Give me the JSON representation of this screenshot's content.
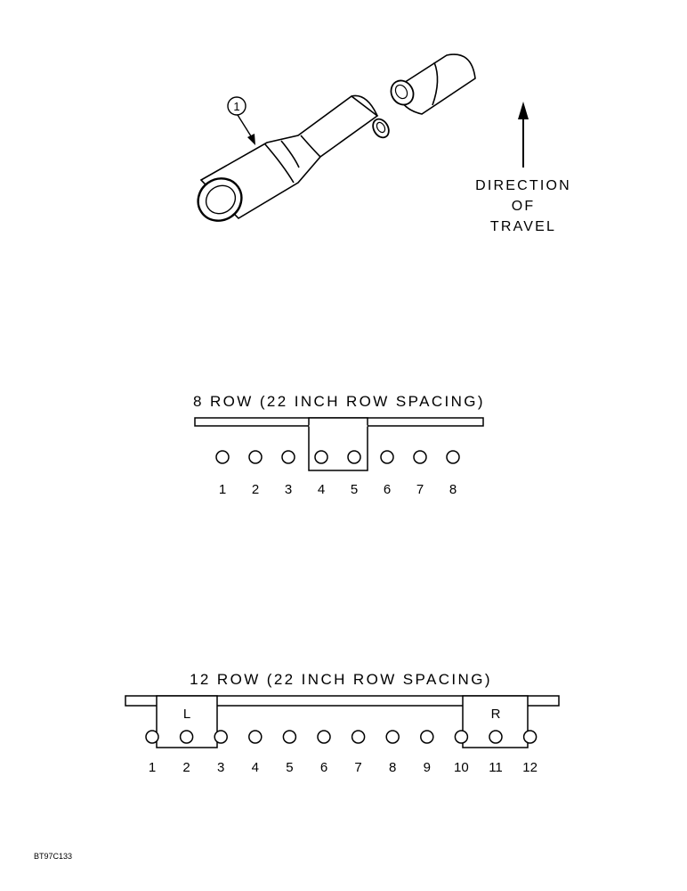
{
  "tube": {
    "callout": "1"
  },
  "direction": {
    "lines": [
      "DIRECTION",
      "OF",
      "TRAVEL"
    ]
  },
  "diagram_8row": {
    "title": "8 ROW (22 INCH ROW SPACING)",
    "rows": [
      "1",
      "2",
      "3",
      "4",
      "5",
      "6",
      "7",
      "8"
    ]
  },
  "diagram_12row": {
    "title": "12 ROW (22 INCH ROW SPACING)",
    "left_box": "L",
    "right_box": "R",
    "rows": [
      "1",
      "2",
      "3",
      "4",
      "5",
      "6",
      "7",
      "8",
      "9",
      "10",
      "11",
      "12"
    ]
  },
  "figure_code": "BT97C133"
}
